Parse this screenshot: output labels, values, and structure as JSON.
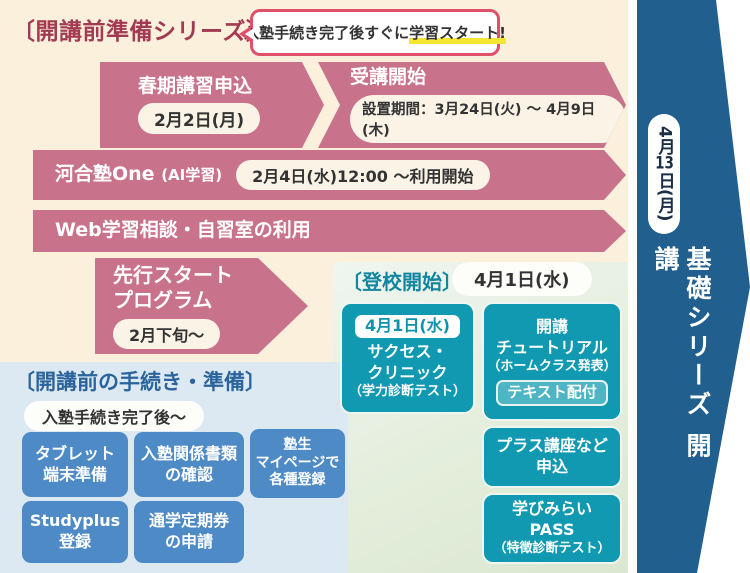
{
  "colors": {
    "cream_bg": "#faf0dc",
    "green_bg": "#e4eedc",
    "lightblue_bg": "#dde9f2",
    "pink_band": "#c9728b",
    "maroon_heading": "#a23a52",
    "bubble_border": "#e0506a",
    "highlight_yellow": "#f6e634",
    "teal_box": "#1099b1",
    "teal_heading": "#1286a0",
    "blue_box": "#4e8bc6",
    "blue_heading": "#2b649c",
    "navy_banner": "#215f8e"
  },
  "prep": {
    "heading": "〔開講前準備シリーズ〕",
    "bubble": {
      "lead": "入塾手続き完了後すぐに",
      "highlight": "学習スタート!"
    },
    "bands": [
      {
        "title": "春期講習申込",
        "pill": "2月2日(月)"
      },
      {
        "title": "受講開始",
        "pill": "設置期間：3月24日(火) ～ 4月9日(木)"
      },
      {
        "title": "河合塾One",
        "subtitle": "(AI学習)",
        "pill": "2月4日(水)12:00 ～利用開始"
      },
      {
        "title": "Web学習相談・自習室の利用"
      }
    ],
    "start_program": {
      "line1": "先行スタート",
      "line2": "プログラム",
      "pill": "2月下旬～"
    }
  },
  "attendance": {
    "heading": "〔登校開始〕",
    "date_pill": "4月1日(水)",
    "boxes": [
      {
        "date_label": "4月1日(水)",
        "lines": [
          "サクセス・",
          "クリニック",
          "（学力診断テスト）"
        ]
      },
      {
        "lines": [
          "開講",
          "チュートリアル",
          "（ホームクラス発表）"
        ],
        "tag": "テキスト配付"
      },
      {
        "lines": [
          "プラス講座など",
          "申込"
        ]
      },
      {
        "lines": [
          "学びみらい",
          "PASS",
          "（特徴診断テスト）"
        ]
      }
    ]
  },
  "procedures": {
    "heading": "〔開講前の手続き・準備〕",
    "pill": "入塾手続き完了後～",
    "boxes": [
      {
        "lines": [
          "タブレット",
          "端末準備"
        ]
      },
      {
        "lines": [
          "入塾関係書類",
          "の確認"
        ]
      },
      {
        "lines": [
          "塾生",
          "マイページで",
          "各種登録"
        ]
      },
      {
        "lines": [
          "Studyplus",
          "登録"
        ]
      },
      {
        "lines": [
          "通学定期券",
          "の申請"
        ]
      }
    ]
  },
  "kickoff": {
    "date_prefix": "4月",
    "date_number": "13",
    "date_suffix": "日(月)",
    "label": "基礎シリーズ 開講"
  }
}
